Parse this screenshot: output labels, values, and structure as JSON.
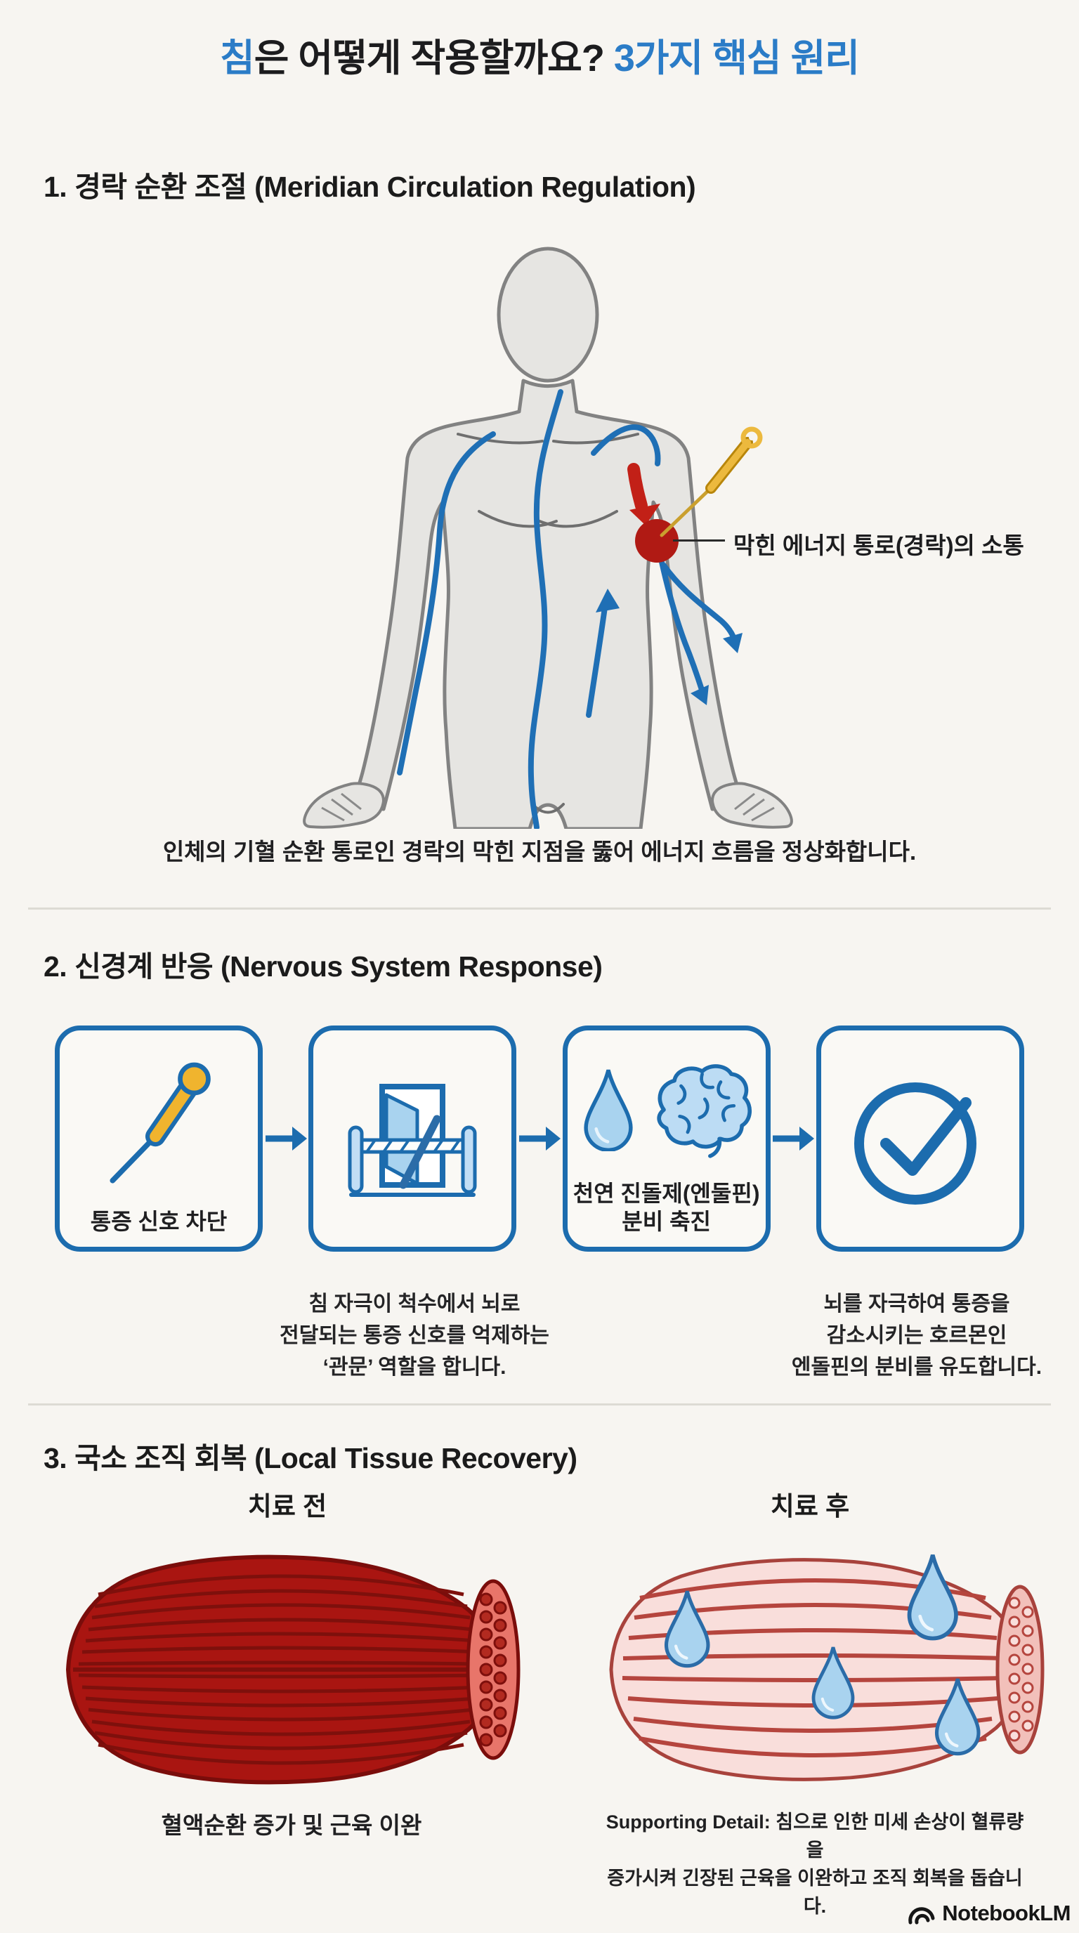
{
  "title": {
    "lead": "침",
    "middle": "은 어떻게 작용할까요?",
    "tail": "3가지 핵심 원리"
  },
  "sections": {
    "meridian": {
      "heading": "1. 경락 순환 조절 (Meridian Circulation Regulation)",
      "annotation": "막힌 에너지 통로(경락)의 소통",
      "caption": "인체의 기혈 순환 통로인 경락의 막힌 지점을 뚫어 에너지 흐름을 정상화합니다."
    },
    "nervous": {
      "heading": "2. 신경계 반응 (Nervous System Response)",
      "box1_label": "통증 신호 차단",
      "box3_label_line1": "천연 진돌제(엔둘핀)",
      "box3_label_line2": "분비 축진",
      "caption_left_lines": [
        "침 자극이 척수에서 뇌로",
        "전달되는 통증 신호를 억제하는",
        "‘관문’ 역할을 합니다."
      ],
      "caption_right_lines": [
        "뇌를 자극하여 통증을",
        "감소시키는 호르몬인",
        "엔돌핀의 분비를 유도합니다."
      ]
    },
    "tissue": {
      "heading": "3. 국소 조직 회복 (Local Tissue Recovery)",
      "label_before": "치료 전",
      "label_after": "치료 후",
      "caption_before": "혈액순환 증가 및 근육 이완",
      "caption_after_lines": [
        "Supporting Detail: 침으로 인한 미세 손상이 혈류량을",
        "증가시켜 긴장된 근육을 이완하고 조직 회복을 돕습니다."
      ]
    }
  },
  "footer": {
    "brand": "NotebookLM"
  },
  "colors": {
    "accent_blue": "#2b7cc7",
    "outline_blue": "#1c6cae",
    "meridian_blue": "#1f6fb5",
    "needle_gold": "#e7b23a",
    "alert_red": "#c22017",
    "blocked_dot_red": "#b01a14",
    "muscle_tense_red": "#a91511",
    "muscle_relaxed_pink": "#f9dedb",
    "text_dark": "#1c1c1e"
  }
}
